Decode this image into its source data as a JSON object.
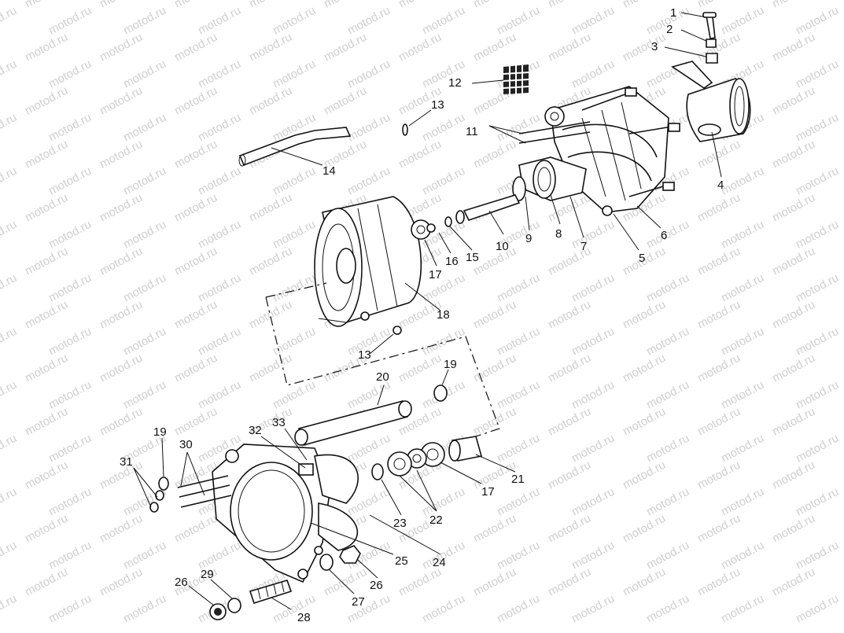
{
  "watermark": "motod.ru",
  "colors": {
    "ink": "#111111",
    "paper": "#ffffff",
    "watermark": "#cfcfcf"
  },
  "callouts": [
    "1",
    "2",
    "3",
    "4",
    "5",
    "6",
    "7",
    "8",
    "9",
    "10",
    "11",
    "12",
    "13",
    "14",
    "15",
    "16",
    "17",
    "18",
    "13",
    "19",
    "20",
    "19",
    "30",
    "31",
    "32",
    "33",
    "21",
    "17",
    "22",
    "23",
    "24",
    "25",
    "26",
    "29",
    "27",
    "26",
    "28"
  ]
}
